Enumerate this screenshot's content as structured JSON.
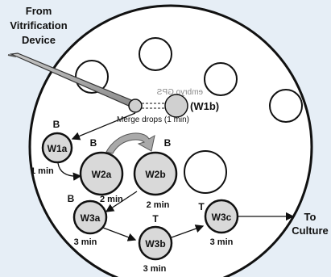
{
  "source_label": [
    "From",
    "Vitrification",
    "Device"
  ],
  "mirrored_label": "embryo GPS",
  "w1b_label": "(W1b)",
  "merge_label": "Merge drops (1 min)",
  "wells": {
    "w1a": {
      "name": "W1a",
      "tag": "B",
      "time": "1 min"
    },
    "w2a": {
      "name": "W2a",
      "tag": "B",
      "time": "2 min"
    },
    "w2b": {
      "name": "W2b",
      "tag": "B",
      "time": "2 min"
    },
    "w3a": {
      "name": "W3a",
      "tag": "B",
      "time": "3 min"
    },
    "w3b": {
      "name": "W3b",
      "tag": "T",
      "time": "3 min"
    },
    "w3c": {
      "name": "W3c",
      "tag": "T",
      "time": "3 min"
    }
  },
  "destination_label": [
    "To",
    "Culture"
  ],
  "colors": {
    "background": "#e6eef6",
    "dish": "#ffffff",
    "well_fill": "#d9d9d9",
    "outline": "#111111"
  }
}
